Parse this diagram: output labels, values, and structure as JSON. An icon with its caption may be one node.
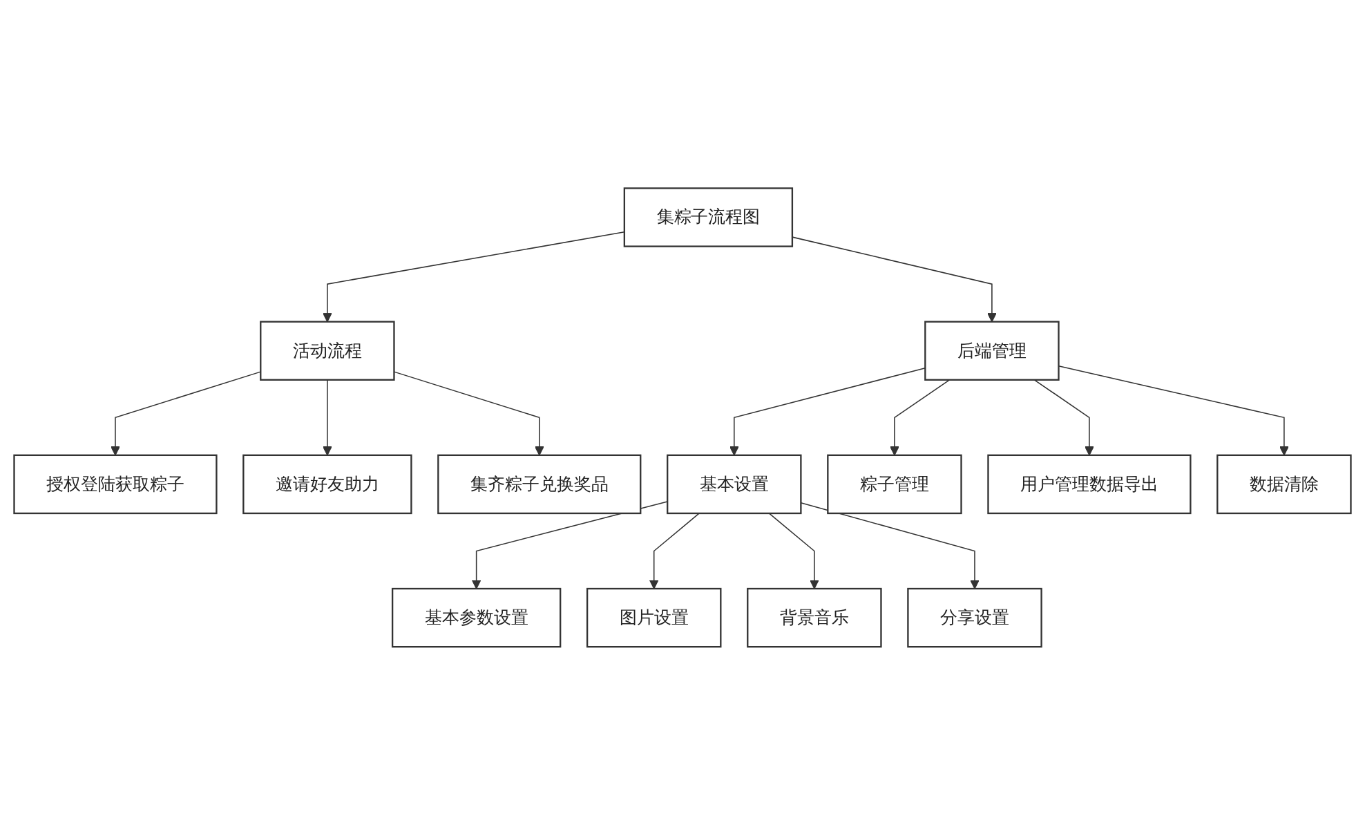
{
  "diagram": {
    "nodes": [
      {
        "text": [
          "集粽子流程图"
        ]
      },
      {
        "text": [
          "活动流程"
        ]
      },
      {
        "text": [
          "授权登陆获取粽子"
        ]
      },
      {
        "text": [
          "邀请好友助力"
        ]
      },
      {
        "text": [
          "集齐粽子兑换奖品"
        ]
      },
      {
        "text": [
          "后端管理"
        ]
      },
      {
        "text": [
          "基本设置"
        ]
      },
      {
        "text": [
          "基本参数设置"
        ]
      },
      {
        "text": [
          "图片设置"
        ]
      },
      {
        "text": [
          "背景音乐"
        ]
      },
      {
        "text": [
          "分享设置"
        ]
      },
      {
        "text": [
          "粽子管理"
        ]
      },
      {
        "text": [
          "用户管理数据导出"
        ]
      },
      {
        "text": [
          "数据清除"
        ]
      }
    ],
    "edges": [
      {
        "from": 0,
        "to": 1,
        "arrow": "to"
      },
      {
        "from": 0,
        "to": 5,
        "arrow": "to"
      },
      {
        "from": 1,
        "to": 2,
        "arrow": "to"
      },
      {
        "from": 1,
        "to": 3,
        "arrow": "to"
      },
      {
        "from": 1,
        "to": 4,
        "arrow": "to"
      },
      {
        "from": 5,
        "to": 6,
        "arrow": "to"
      },
      {
        "from": 5,
        "to": 11,
        "arrow": "to"
      },
      {
        "from": 5,
        "to": 12,
        "arrow": "to"
      },
      {
        "from": 5,
        "to": 13,
        "arrow": "to"
      },
      {
        "from": 6,
        "to": 7,
        "arrow": "to"
      },
      {
        "from": 6,
        "to": 8,
        "arrow": "to"
      },
      {
        "from": 6,
        "to": 9,
        "arrow": "to"
      },
      {
        "from": 6,
        "to": 10,
        "arrow": "to"
      }
    ]
  }
}
